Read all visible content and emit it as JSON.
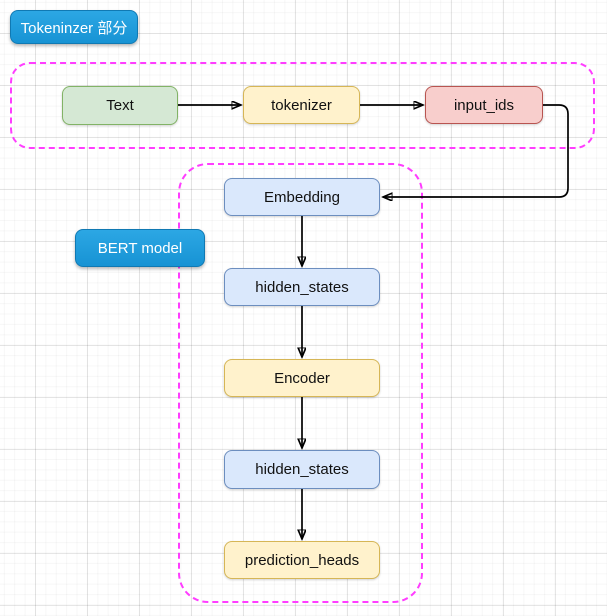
{
  "badges": {
    "tokenizer_section": {
      "label": "Tokeninzer 部分",
      "color": "#1b9ddb"
    },
    "bert_model": {
      "label": "BERT model",
      "color": "#1b9ddb"
    }
  },
  "nodes": {
    "text": {
      "label": "Text",
      "fill": "#d5e8d4",
      "border": "#82b366"
    },
    "tokenizer": {
      "label": "tokenizer",
      "fill": "#fff2cc",
      "border": "#d6b656"
    },
    "input_ids": {
      "label": "input_ids",
      "fill": "#f8cecc",
      "border": "#b85450"
    },
    "embedding": {
      "label": "Embedding",
      "fill": "#dae8fc",
      "border": "#6c8ebf"
    },
    "hidden_states_1": {
      "label": "hidden_states",
      "fill": "#dae8fc",
      "border": "#6c8ebf"
    },
    "encoder": {
      "label": "Encoder",
      "fill": "#fff2cc",
      "border": "#d6b656"
    },
    "hidden_states_2": {
      "label": "hidden_states",
      "fill": "#dae8fc",
      "border": "#6c8ebf"
    },
    "prediction_heads": {
      "label": "prediction_heads",
      "fill": "#fff2cc",
      "border": "#d6b656"
    }
  },
  "edges": [
    {
      "from": "text",
      "to": "tokenizer"
    },
    {
      "from": "tokenizer",
      "to": "input_ids"
    },
    {
      "from": "input_ids",
      "to": "embedding"
    },
    {
      "from": "embedding",
      "to": "hidden_states_1"
    },
    {
      "from": "hidden_states_1",
      "to": "encoder"
    },
    {
      "from": "encoder",
      "to": "hidden_states_2"
    },
    {
      "from": "hidden_states_2",
      "to": "prediction_heads"
    }
  ],
  "groups": {
    "tokenizer_group": {
      "border_color": "#ff3dff"
    },
    "bert_group": {
      "border_color": "#ff3dff"
    }
  }
}
